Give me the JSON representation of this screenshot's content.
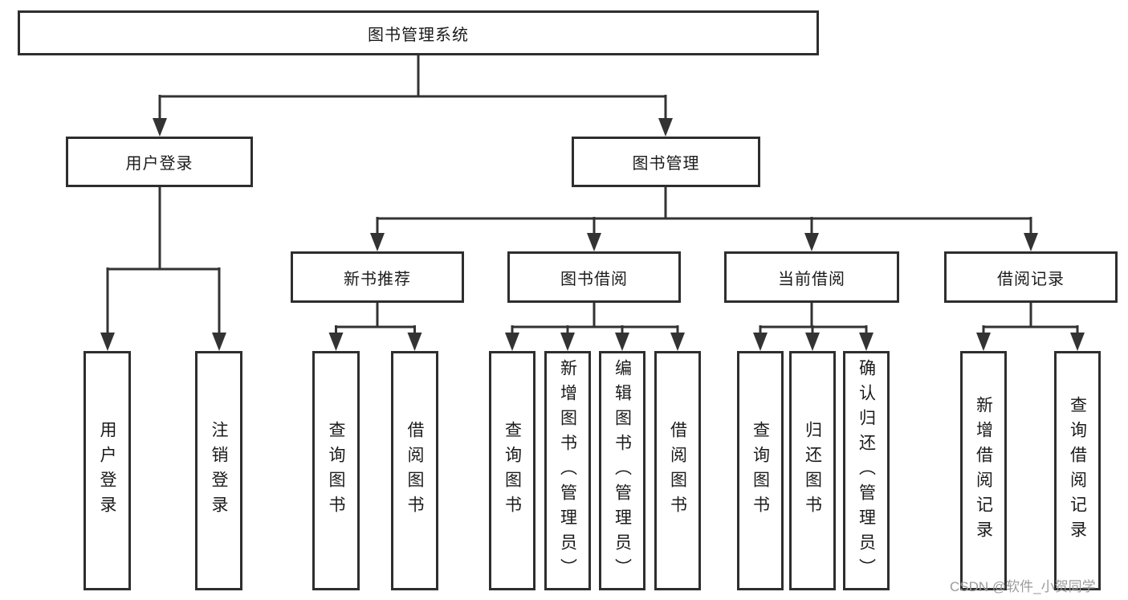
{
  "diagram_type": "tree",
  "tree": {
    "label": "图书管理系统",
    "children": [
      {
        "label": "用户登录",
        "children": [
          {
            "label": "用户登录"
          },
          {
            "label": "注销登录"
          }
        ]
      },
      {
        "label": "图书管理",
        "children": [
          {
            "label": "新书推荐",
            "children": [
              {
                "label": "查询图书"
              },
              {
                "label": "借阅图书"
              }
            ]
          },
          {
            "label": "图书借阅",
            "children": [
              {
                "label": "查询图书"
              },
              {
                "label": "新增图书（管理员）"
              },
              {
                "label": "编辑图书（管理员）"
              },
              {
                "label": "借阅图书"
              }
            ]
          },
          {
            "label": "当前借阅",
            "children": [
              {
                "label": "查询图书"
              },
              {
                "label": "归还图书"
              },
              {
                "label": "确认归还（管理员）"
              }
            ]
          },
          {
            "label": "借阅记录",
            "children": [
              {
                "label": "新增借阅记录"
              },
              {
                "label": "查询借阅记录"
              }
            ]
          }
        ]
      }
    ]
  },
  "watermark": {
    "text": "CSDN @软件_小贺同学"
  },
  "colors": {
    "line": "#333333",
    "border": "#2e2e2e",
    "text": "#1b1b1b",
    "background": "#ffffff",
    "watermark": "#9b9b9b"
  }
}
